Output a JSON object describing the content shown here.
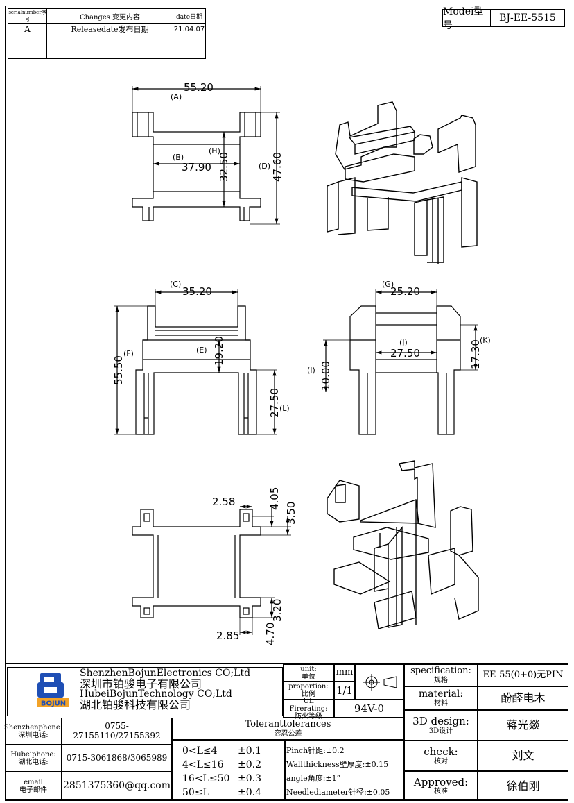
{
  "revision_table": {
    "headers": [
      "serialnumber序号",
      "Changes 变更内容",
      "date日期"
    ],
    "rows": [
      [
        "A",
        "Releasedate发布日期",
        "21.04.07"
      ],
      [
        "",
        "",
        ""
      ],
      [
        "",
        "",
        ""
      ]
    ]
  },
  "model": {
    "label": "Modei型号",
    "value": "BJ-EE-5515"
  },
  "dimensions": {
    "top_view": {
      "A": "55.20",
      "A_tag": "(A)",
      "B": "37.90",
      "B_tag": "(B)",
      "H": "32.50",
      "H_tag": "(H)",
      "D": "47.60",
      "D_tag": "(D)"
    },
    "front_view": {
      "C": "35.20",
      "C_tag": "(C)",
      "E": "19.20",
      "E_tag": "(E)",
      "F": "55.50",
      "F_tag": "(F)",
      "L": "27.50",
      "L_tag": "(L)"
    },
    "side_view": {
      "G": "25.20",
      "G_tag": "(G)",
      "J": "27.50",
      "J_tag": "(J)",
      "K": "17.30",
      "K_tag": "(K)",
      "I": "10.00",
      "I_tag": "(I)"
    },
    "bottom_view": {
      "d1": "2.58",
      "d2": "4.05",
      "d3": "3.50",
      "d4": "3.20",
      "d5": "2.85",
      "d6": "4.70"
    }
  },
  "title_block": {
    "company_en_1": "ShenzhenBojunElectronics CO;Ltd",
    "company_cn_1": "深圳市铂骏电子有限公司",
    "company_en_2": "HubeiBojunTechnology CO;Ltd",
    "company_cn_2": "湖北铂骏科技有限公司",
    "logo_text": "BOJUN",
    "unit_label": "unit:",
    "unit_label_cn": "单位",
    "unit_value": "mm",
    "proportion_label": "proportion:",
    "proportion_label_cn": "比例",
    "proportion_value": "1/1",
    "ul_label": "UL Firerating:",
    "ul_label_cn": "防火等级",
    "ul_value": "94V-0",
    "spec_label": "specification:",
    "spec_label_cn": "规格",
    "spec_value": "EE-55(0+0)无PIN",
    "material_label": "material:",
    "material_label_cn": "材料",
    "material_value": "酚醛电木",
    "design_label": "3D design:",
    "design_label_cn": "3D设计",
    "design_value": "蒋光燚",
    "check_label": "check:",
    "check_label_cn": "核对",
    "check_value": "刘文",
    "approved_label": "Approved:",
    "approved_label_cn": "核准",
    "approved_value": "徐伯刚",
    "sz_phone_label": "Shenzhenphone:",
    "sz_phone_label_cn": "深圳电话:",
    "sz_phone": "0755-27155110/27155392",
    "hb_phone_label": "Hubeiphone:",
    "hb_phone_label_cn": "湖北电话:",
    "hb_phone": "0715-3061868/3065989",
    "email_label": "email",
    "email_label_cn": "电子邮件",
    "email": "2851375360@qq.com",
    "tol_title": "Toleranttolerances",
    "tol_title_cn": "容忍公差",
    "tol_ranges": [
      "0<L≤4",
      "4<L≤16",
      "16<L≤50",
      "50≤L"
    ],
    "tol_values": [
      "±0.1",
      "±0.2",
      "±0.3",
      "±0.4"
    ],
    "tol_notes": [
      "Pinch针距:±0.2",
      "Wallthickness壁厚度:±0.15",
      "angle角度:±1°",
      "Needlediameter针径:±0.05"
    ]
  },
  "colors": {
    "logo_blue": "#1f4fb5",
    "logo_orange": "#f2a227",
    "line": "#000000"
  }
}
